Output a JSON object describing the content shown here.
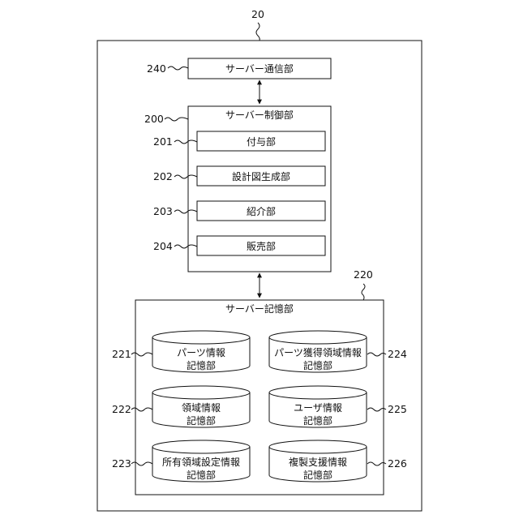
{
  "refs": {
    "device": "20",
    "comm": "240",
    "control": "200",
    "c201": "201",
    "c202": "202",
    "c203": "203",
    "c204": "204",
    "storage": "220",
    "s221": "221",
    "s222": "222",
    "s223": "223",
    "s224": "224",
    "s225": "225",
    "s226": "226"
  },
  "labels": {
    "comm": "サーバー通信部",
    "control": "サーバー制御部",
    "c201": "付与部",
    "c202": "設計図生成部",
    "c203": "紹介部",
    "c204": "販売部",
    "storage": "サーバー記憶部",
    "s221_l1": "パーツ情報",
    "s221_l2": "記憶部",
    "s222_l1": "領域情報",
    "s222_l2": "記憶部",
    "s223_l1": "所有領域設定情報",
    "s223_l2": "記憶部",
    "s224_l1": "パーツ獲得領域情報",
    "s224_l2": "記憶部",
    "s225_l1": "ユーザ情報",
    "s225_l2": "記憶部",
    "s226_l1": "複製支援情報",
    "s226_l2": "記憶部"
  }
}
